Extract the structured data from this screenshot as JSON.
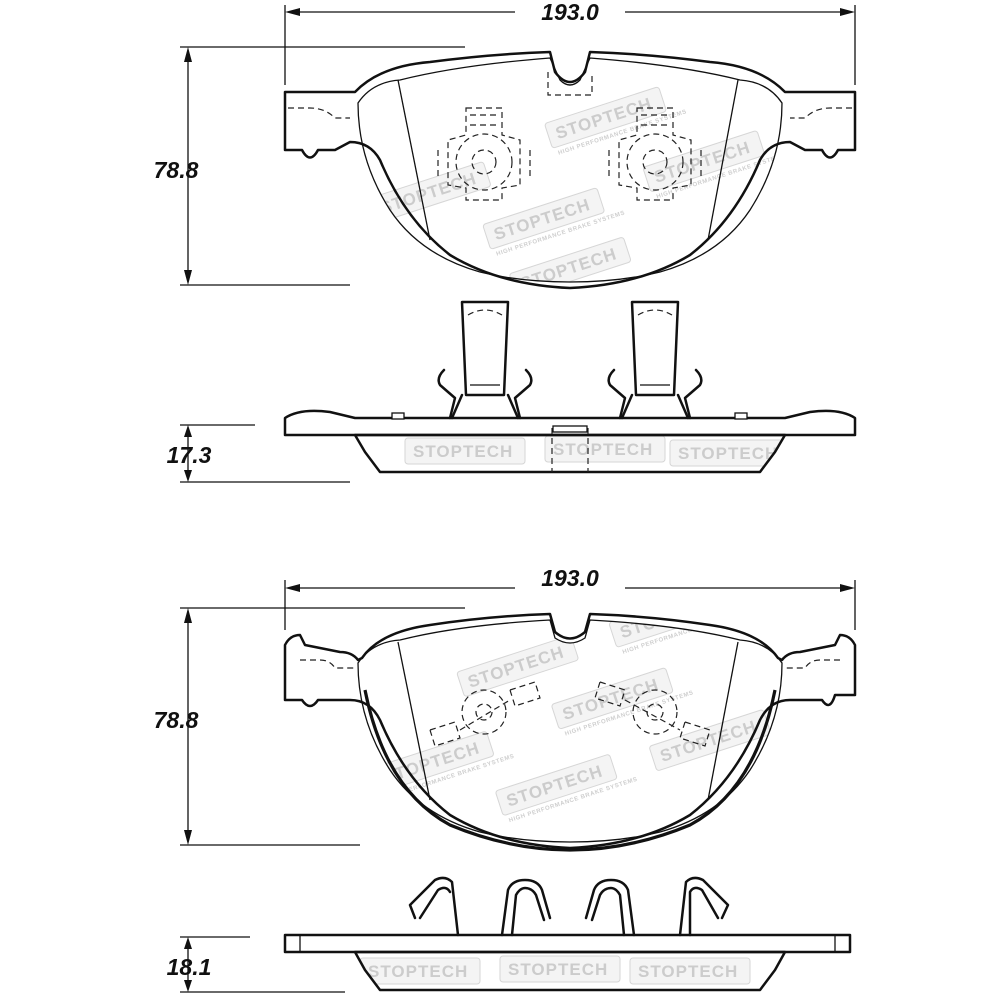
{
  "brand": {
    "watermark": "STOPTECH",
    "watermark_tagline": "HIGH PERFORMANCE BRAKE SYSTEMS"
  },
  "pad_upper": {
    "width_dimension": "193.0",
    "height_dimension": "78.8",
    "thickness_dimension": "17.3"
  },
  "pad_lower": {
    "width_dimension": "193.0",
    "height_dimension": "78.8",
    "thickness_dimension": "18.1"
  },
  "colors": {
    "line": "#111111",
    "watermark": "#cccccc",
    "background": "#ffffff"
  }
}
